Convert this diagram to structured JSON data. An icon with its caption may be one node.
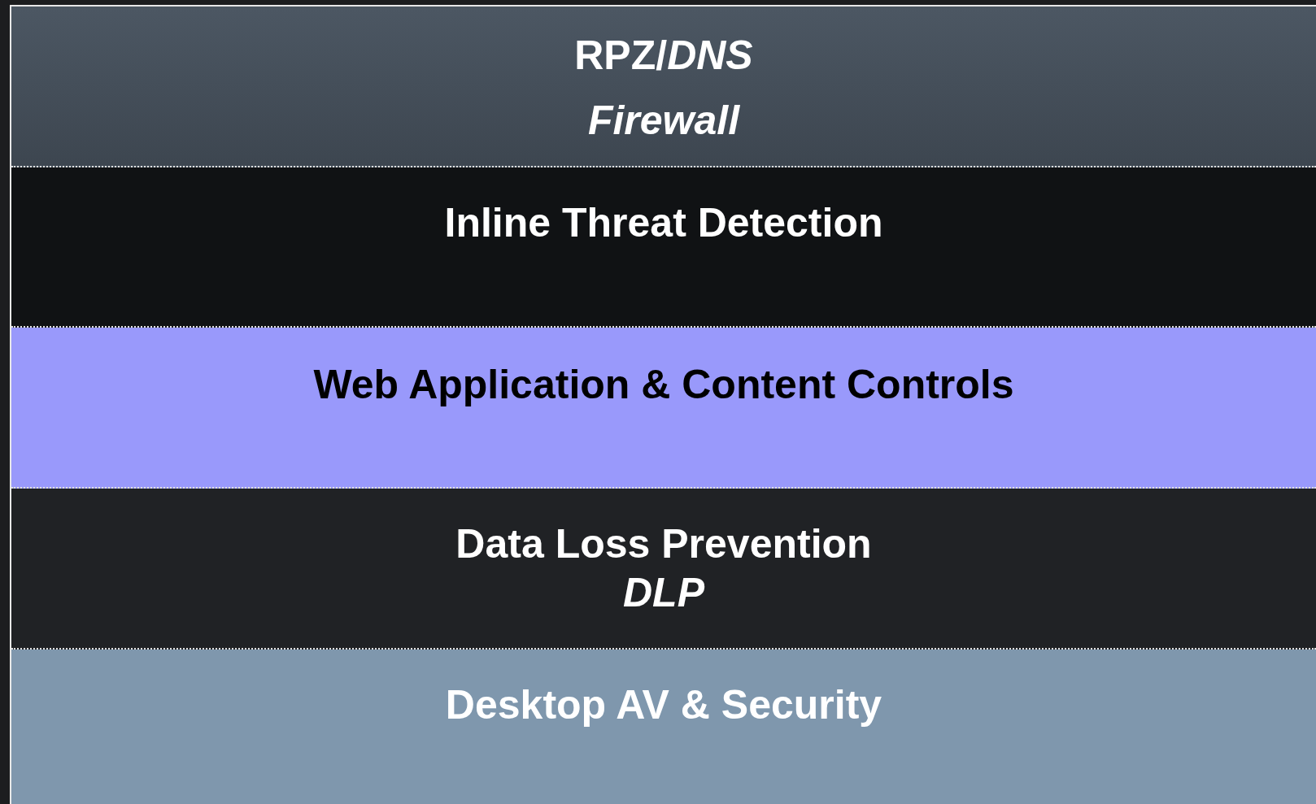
{
  "diagram": {
    "nodes": [
      {
        "text": [
          "RPZ/*DNS*",
          "Firewall"
        ]
      },
      {
        "text": [
          "Inline Threat Detection"
        ]
      },
      {
        "text": [
          "Web Application & Content Controls"
        ]
      },
      {
        "text": [
          "Data Loss Prevention",
          "DLP"
        ]
      },
      {
        "text": [
          "Desktop AV & Security"
        ]
      }
    ],
    "edges": []
  }
}
